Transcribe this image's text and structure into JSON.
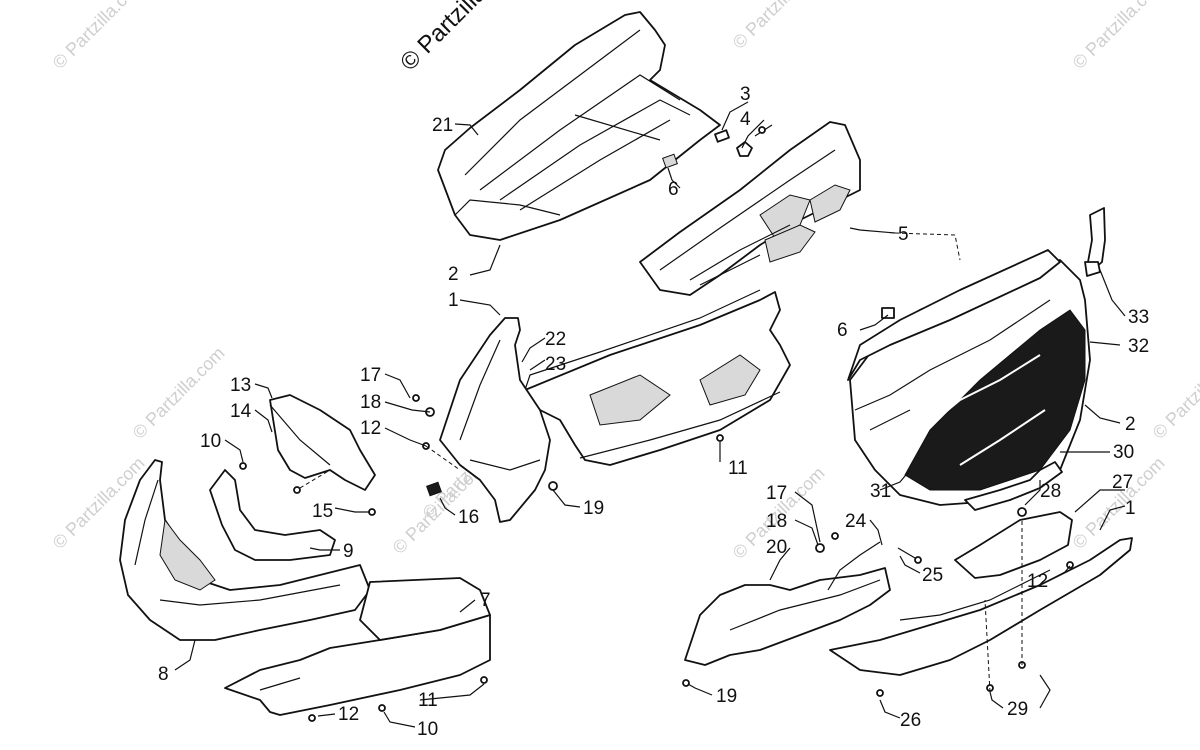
{
  "diagram": {
    "copyright": "© Partzilla",
    "watermark": "© Partzilla.com",
    "callouts": [
      "1",
      "2",
      "3",
      "4",
      "5",
      "6",
      "7",
      "8",
      "9",
      "10",
      "11",
      "12",
      "13",
      "14",
      "15",
      "16",
      "17",
      "18",
      "19",
      "20",
      "21",
      "22",
      "23",
      "24",
      "25",
      "26",
      "27",
      "28",
      "29",
      "30",
      "31",
      "32",
      "33"
    ]
  },
  "colors": {
    "ink": "#111111",
    "paper": "#ffffff",
    "watermark": "#cfcfcf"
  }
}
